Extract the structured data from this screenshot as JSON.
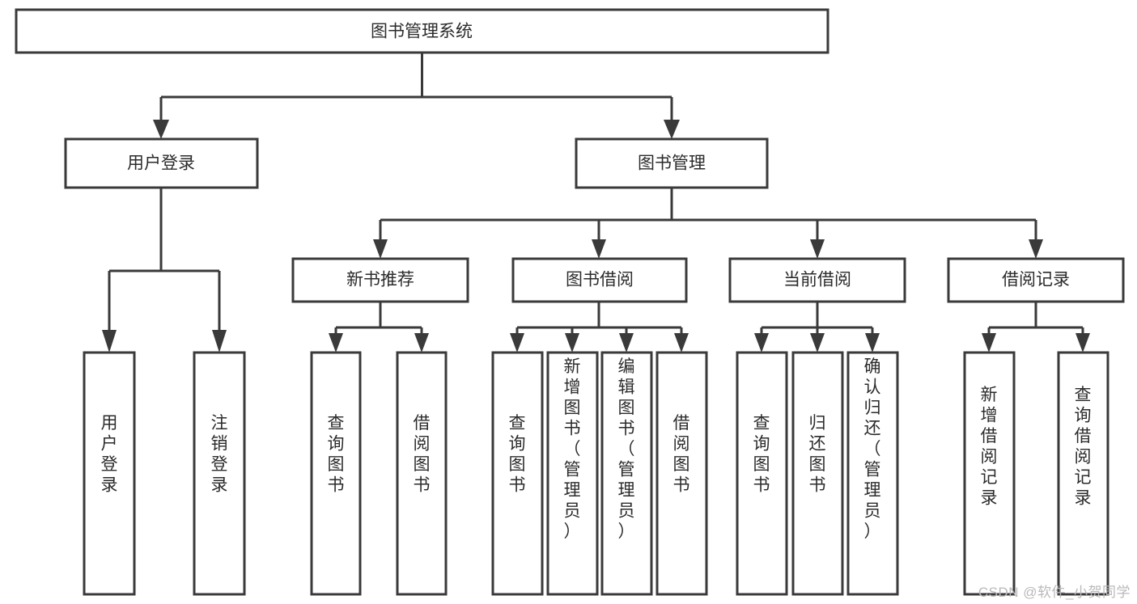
{
  "diagram": {
    "type": "tree",
    "title": "图书管理系统",
    "orientation": "top-down",
    "colors": {
      "box_stroke": "#3a3a3a",
      "box_fill": "#ffffff",
      "connector": "#3a3a3a",
      "text": "#2b2b2b",
      "watermark": "#b9b9b9",
      "background": "#ffffff"
    },
    "root": {
      "label": "图书管理系统"
    },
    "level1": [
      {
        "label": "用户登录"
      },
      {
        "label": "图书管理"
      }
    ],
    "level2": [
      {
        "label": "新书推荐"
      },
      {
        "label": "图书借阅"
      },
      {
        "label": "当前借阅"
      },
      {
        "label": "借阅记录"
      }
    ],
    "leaves": {
      "user_login": [
        {
          "label": "用户登录"
        },
        {
          "label": "注销登录"
        }
      ],
      "new_book_recommend": [
        {
          "label": "查询图书"
        },
        {
          "label": "借阅图书"
        }
      ],
      "book_borrow": [
        {
          "label": "查询图书"
        },
        {
          "label": "新增图书（管理员）"
        },
        {
          "label": "编辑图书（管理员）"
        },
        {
          "label": "借阅图书"
        }
      ],
      "current_borrow": [
        {
          "label": "查询图书"
        },
        {
          "label": "归还图书"
        },
        {
          "label": "确认归还（管理员）"
        }
      ],
      "borrow_record": [
        {
          "label": "新增借阅记录"
        },
        {
          "label": "查询借阅记录"
        }
      ]
    }
  },
  "watermark": {
    "text": "CSDN @软件_小贺同学"
  }
}
